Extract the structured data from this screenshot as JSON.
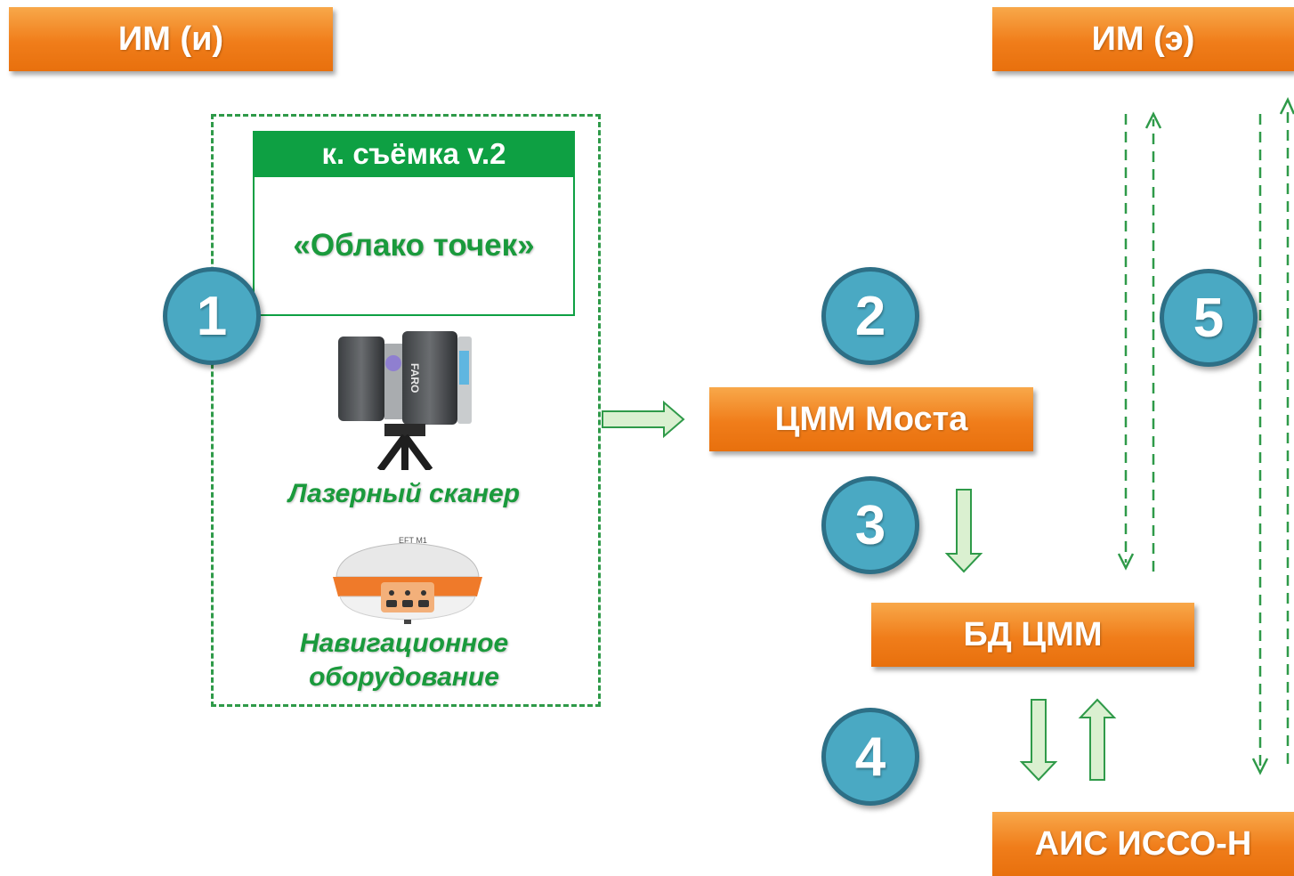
{
  "boxes": {
    "im_i": "ИМ (и)",
    "im_e": "ИМ (э)",
    "cmm_bridge": "ЦММ Моста",
    "bd_cmm": "БД ЦММ",
    "ais_isso": "АИС ИССО-Н"
  },
  "survey": {
    "header": "к. съёмка v.2",
    "point_cloud": "«Облако точек»",
    "scanner_label": "Лазерный сканер",
    "nav_label_line1": "Навигационное",
    "nav_label_line2": "оборудование",
    "gnss_brand": "EFT M1"
  },
  "steps": [
    "1",
    "2",
    "3",
    "4",
    "5"
  ],
  "colors": {
    "orange_box": "#f07d1a",
    "green_accent": "#0ea043",
    "step_circle": "#4aa9c3",
    "arrow_fill": "#daf0d0",
    "arrow_stroke": "#2f9a49"
  },
  "icons": [
    "laser-scanner-icon",
    "gnss-receiver-icon"
  ]
}
